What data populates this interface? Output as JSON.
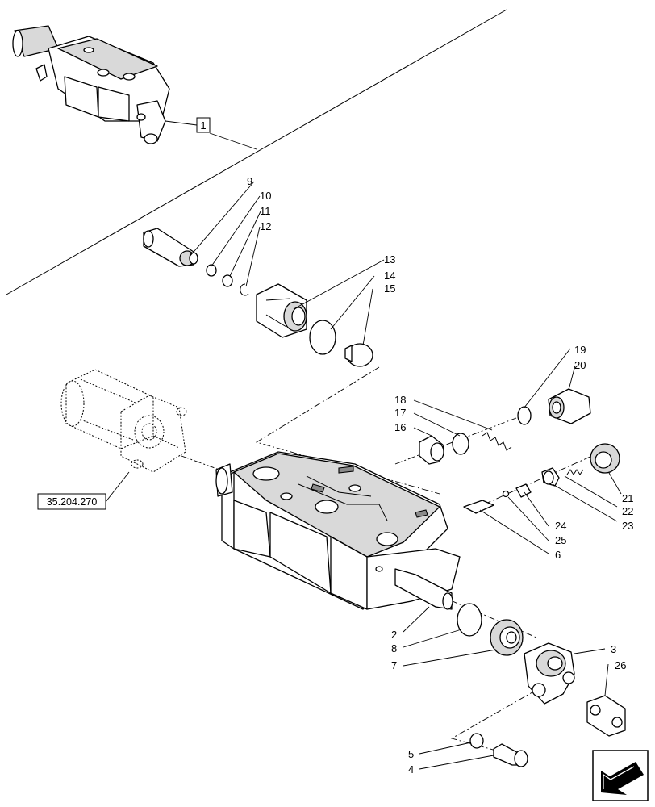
{
  "diagram": {
    "reference_box": "1",
    "cross_reference": "35.204.270",
    "callouts": {
      "c2": "2",
      "c3": "3",
      "c4": "4",
      "c5": "5",
      "c6": "6",
      "c7": "7",
      "c8": "8",
      "c9": "9",
      "c10": "10",
      "c11": "11",
      "c12": "12",
      "c13": "13",
      "c14": "14",
      "c15": "15",
      "c16": "16",
      "c17": "17",
      "c18": "18",
      "c19": "19",
      "c20": "20",
      "c21": "21",
      "c22": "22",
      "c23": "23",
      "c24": "24",
      "c25": "25",
      "c26": "26"
    },
    "nav_icon": "arrow-back-icon"
  }
}
